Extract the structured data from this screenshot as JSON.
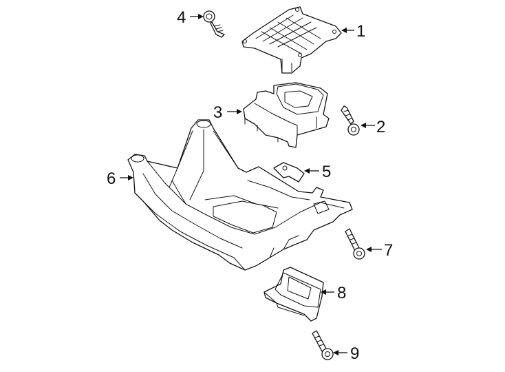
{
  "callouts": [
    {
      "id": "1",
      "label": "1"
    },
    {
      "id": "2",
      "label": "2"
    },
    {
      "id": "3",
      "label": "3"
    },
    {
      "id": "4",
      "label": "4"
    },
    {
      "id": "5",
      "label": "5"
    },
    {
      "id": "6",
      "label": "6"
    },
    {
      "id": "7",
      "label": "7"
    },
    {
      "id": "8",
      "label": "8"
    },
    {
      "id": "9",
      "label": "9"
    }
  ],
  "parts": {
    "p1": "transmission-mount-bracket",
    "p2": "bolt",
    "p3": "transmission-mount",
    "p4": "bolt",
    "p5": "mount-plate",
    "p6": "crossmember",
    "p7": "bolt",
    "p8": "insulator",
    "p9": "bolt"
  },
  "colors": {
    "line": "#111111",
    "background": "#ffffff"
  }
}
